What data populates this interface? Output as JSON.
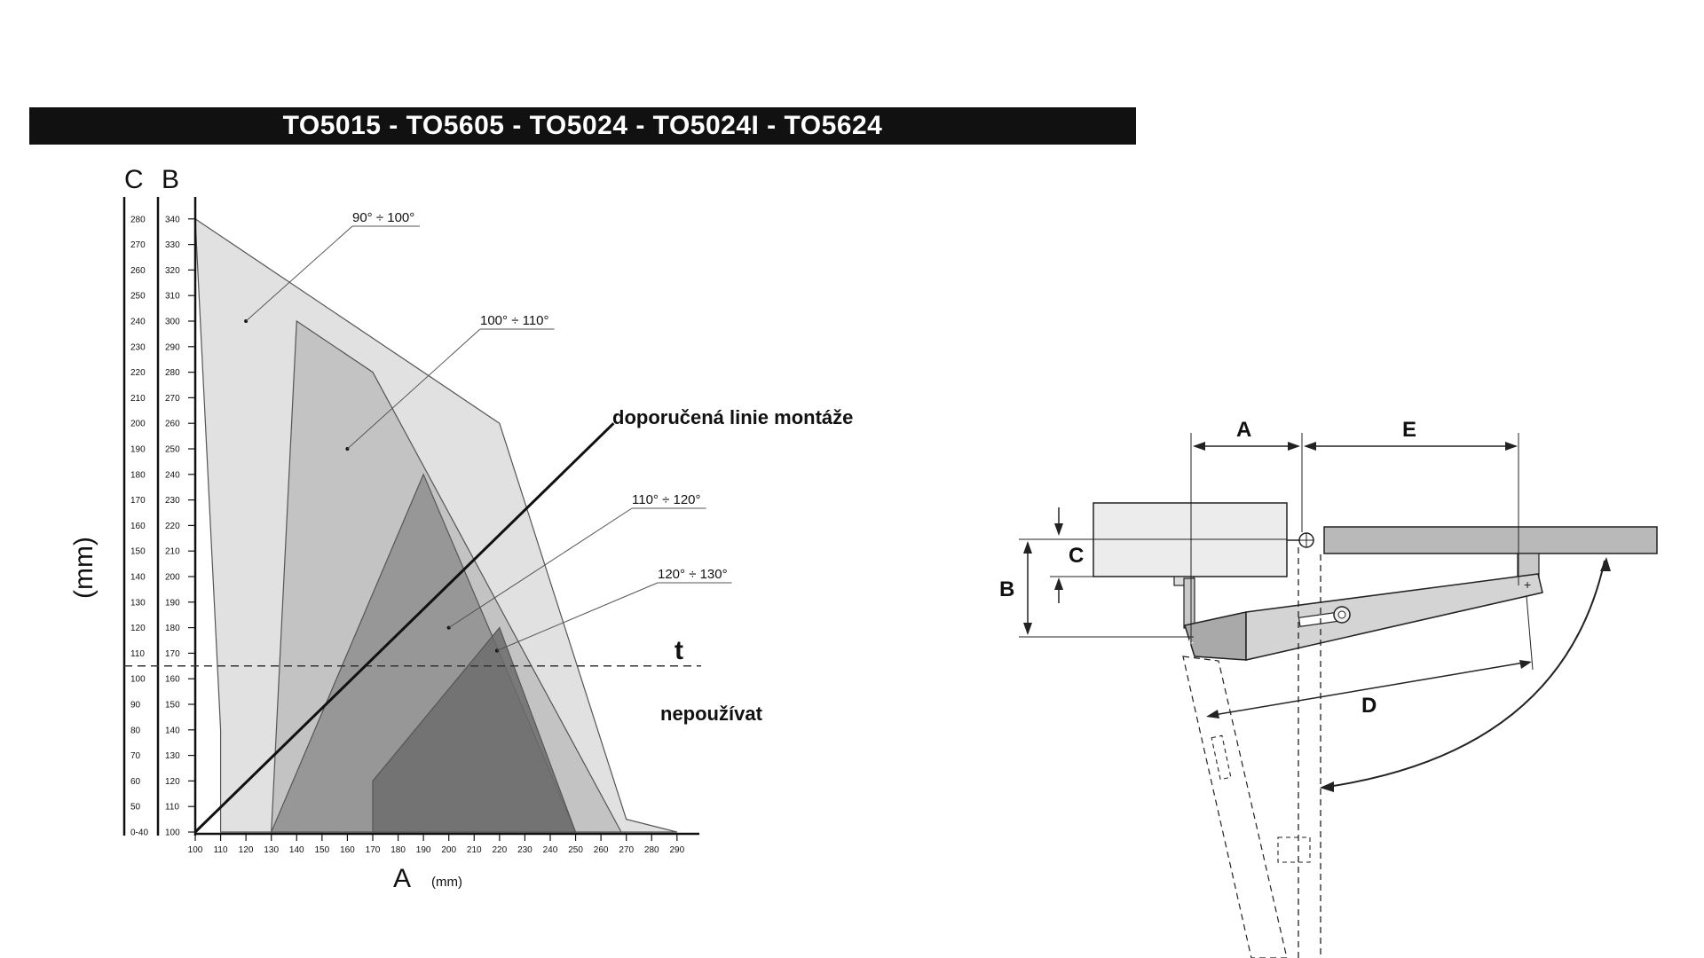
{
  "title": "TO5015 - TO5605 - TO5024 - TO5024I - TO5624",
  "chart": {
    "unit_label": "(mm)",
    "x_axis": {
      "letter": "A",
      "unit": "(mm)",
      "ticks": [
        "100",
        "110",
        "120",
        "130",
        "140",
        "150",
        "160",
        "170",
        "180",
        "190",
        "200",
        "210",
        "220",
        "230",
        "240",
        "250",
        "260",
        "270",
        "280",
        "290"
      ]
    },
    "b_axis": {
      "letter": "B",
      "ticks": [
        "100",
        "110",
        "120",
        "130",
        "140",
        "150",
        "160",
        "170",
        "180",
        "190",
        "200",
        "210",
        "220",
        "230",
        "240",
        "250",
        "260",
        "270",
        "280",
        "290",
        "300",
        "310",
        "320",
        "330",
        "340"
      ]
    },
    "c_axis": {
      "letter": "C",
      "ticks": [
        "0-40",
        "50",
        "60",
        "70",
        "80",
        "90",
        "100",
        "110",
        "120",
        "130",
        "140",
        "150",
        "160",
        "170",
        "180",
        "190",
        "200",
        "210",
        "220",
        "230",
        "240",
        "250",
        "260",
        "270",
        "280"
      ]
    },
    "regions": [
      {
        "label": "90° ÷ 100°",
        "color": "#dcdcdc",
        "points": [
          [
            100,
            340
          ],
          [
            220,
            260
          ],
          [
            270,
            105
          ],
          [
            290,
            100
          ],
          [
            110,
            100
          ],
          [
            110,
            140
          ]
        ]
      },
      {
        "label": "100° ÷ 110°",
        "color": "#bdbdbd",
        "points": [
          [
            140,
            300
          ],
          [
            170,
            280
          ],
          [
            268,
            100
          ],
          [
            130,
            100
          ]
        ]
      },
      {
        "label": "110° ÷ 120°",
        "color": "#8f8f8f",
        "points": [
          [
            190,
            240
          ],
          [
            250,
            100
          ],
          [
            130,
            100
          ]
        ]
      },
      {
        "label": "120° ÷ 130°",
        "color": "#6c6c6c",
        "points": [
          [
            220,
            180
          ],
          [
            250,
            100
          ],
          [
            170,
            100
          ],
          [
            170,
            120
          ]
        ]
      }
    ],
    "recommended_line": {
      "label": "doporučená linie montáže",
      "from": [
        100,
        100
      ],
      "to": [
        265,
        260
      ]
    },
    "threshold": {
      "label": "t",
      "b_value": 165,
      "note": "nepoužívat"
    }
  },
  "install": {
    "labels": {
      "A": "A",
      "E": "E",
      "B": "B",
      "C": "C",
      "D": "D"
    }
  }
}
